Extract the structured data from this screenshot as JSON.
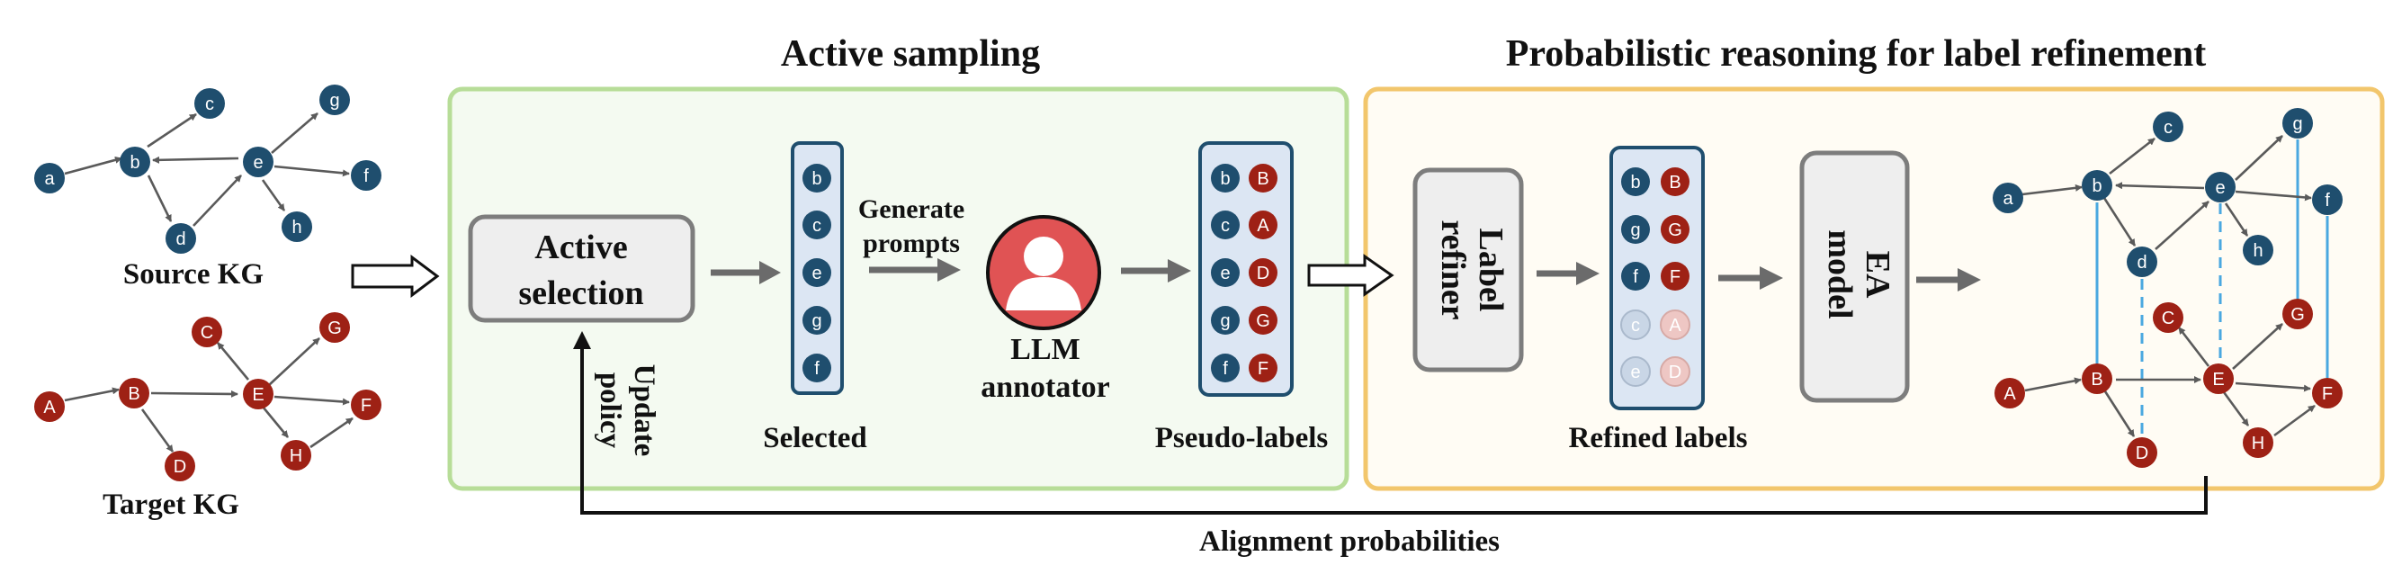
{
  "titles": {
    "active_sampling": "Active sampling",
    "prob_reasoning": "Probabilistic reasoning for label refinement"
  },
  "labels": {
    "source_kg": "Source KG",
    "target_kg": "Target KG",
    "active_selection_1": "Active",
    "active_selection_2": "selection",
    "update_policy_1": "Update",
    "update_policy_2": "policy",
    "selected": "Selected",
    "generate_prompts_1": "Generate",
    "generate_prompts_2": "prompts",
    "llm_annotator_1": "LLM",
    "llm_annotator_2": "annotator",
    "pseudo_labels": "Pseudo-labels",
    "label_refiner_1": "Label",
    "label_refiner_2": "refiner",
    "refined_labels": "Refined labels",
    "ea_model_1": "EA",
    "ea_model_2": "model",
    "alignment_probabilities": "Alignment probabilities"
  },
  "nodes": {
    "source": [
      "a",
      "b",
      "c",
      "d",
      "e",
      "f",
      "g",
      "h"
    ],
    "target": [
      "A",
      "B",
      "C",
      "D",
      "E",
      "F",
      "G",
      "H"
    ]
  },
  "selected_column": [
    "b",
    "c",
    "e",
    "g",
    "f"
  ],
  "pseudo_pairs": [
    [
      "b",
      "B"
    ],
    [
      "c",
      "A"
    ],
    [
      "e",
      "D"
    ],
    [
      "g",
      "G"
    ],
    [
      "f",
      "F"
    ]
  ],
  "refined_pairs": [
    [
      "b",
      "B"
    ],
    [
      "g",
      "G"
    ],
    [
      "f",
      "F"
    ],
    [
      "c",
      "A"
    ],
    [
      "e",
      "D"
    ]
  ],
  "colors": {
    "source_node": "#1f4e6e",
    "target_node": "#9e2115",
    "green_panel_border": "#b7dd98",
    "green_panel_fill": "#f4faf1",
    "orange_panel_border": "#f2c66c",
    "orange_panel_fill": "#fffcf4",
    "column_fill": "#dce6f3",
    "llm_red": "#e05354",
    "alignment_line": "#4aa8e0"
  }
}
